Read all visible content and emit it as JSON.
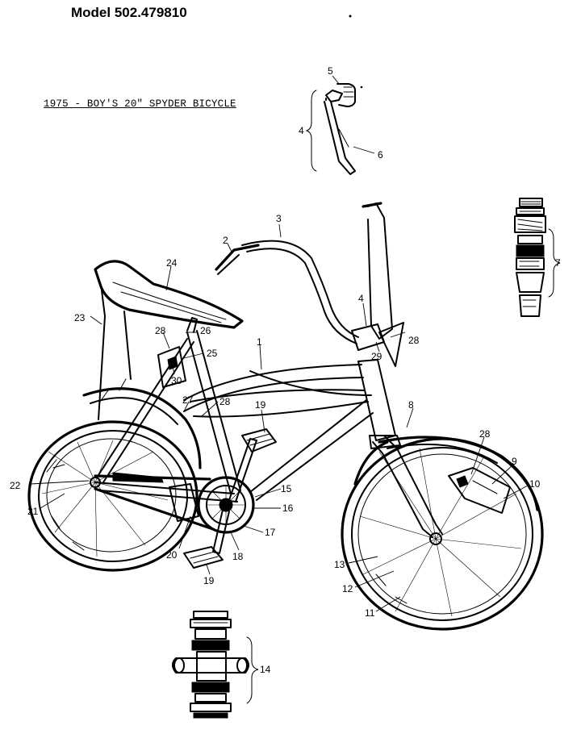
{
  "header": {
    "model": "Model 502.479810",
    "subtitle": "1975 - BOY'S 20\" SPYDER BICYCLE"
  },
  "callouts": {
    "c1": "1",
    "c2": "2",
    "c3": "3",
    "c4a": "4",
    "c4b": "4",
    "c5": "5",
    "c6": "6",
    "c7": "7",
    "c8": "8",
    "c9": "9",
    "c10": "10",
    "c11": "11",
    "c12": "12",
    "c13": "13",
    "c14": "14",
    "c15": "15",
    "c16": "16",
    "c17": "17",
    "c18": "18",
    "c19a": "19",
    "c19b": "19",
    "c20": "20",
    "c21": "21",
    "c22": "22",
    "c23": "23",
    "c24": "24",
    "c25": "25",
    "c26": "26",
    "c28a": "28",
    "c28b": "28",
    "c28c": "28",
    "c28d": "28",
    "c29": "29",
    "c30": "30",
    "c27": "27"
  }
}
